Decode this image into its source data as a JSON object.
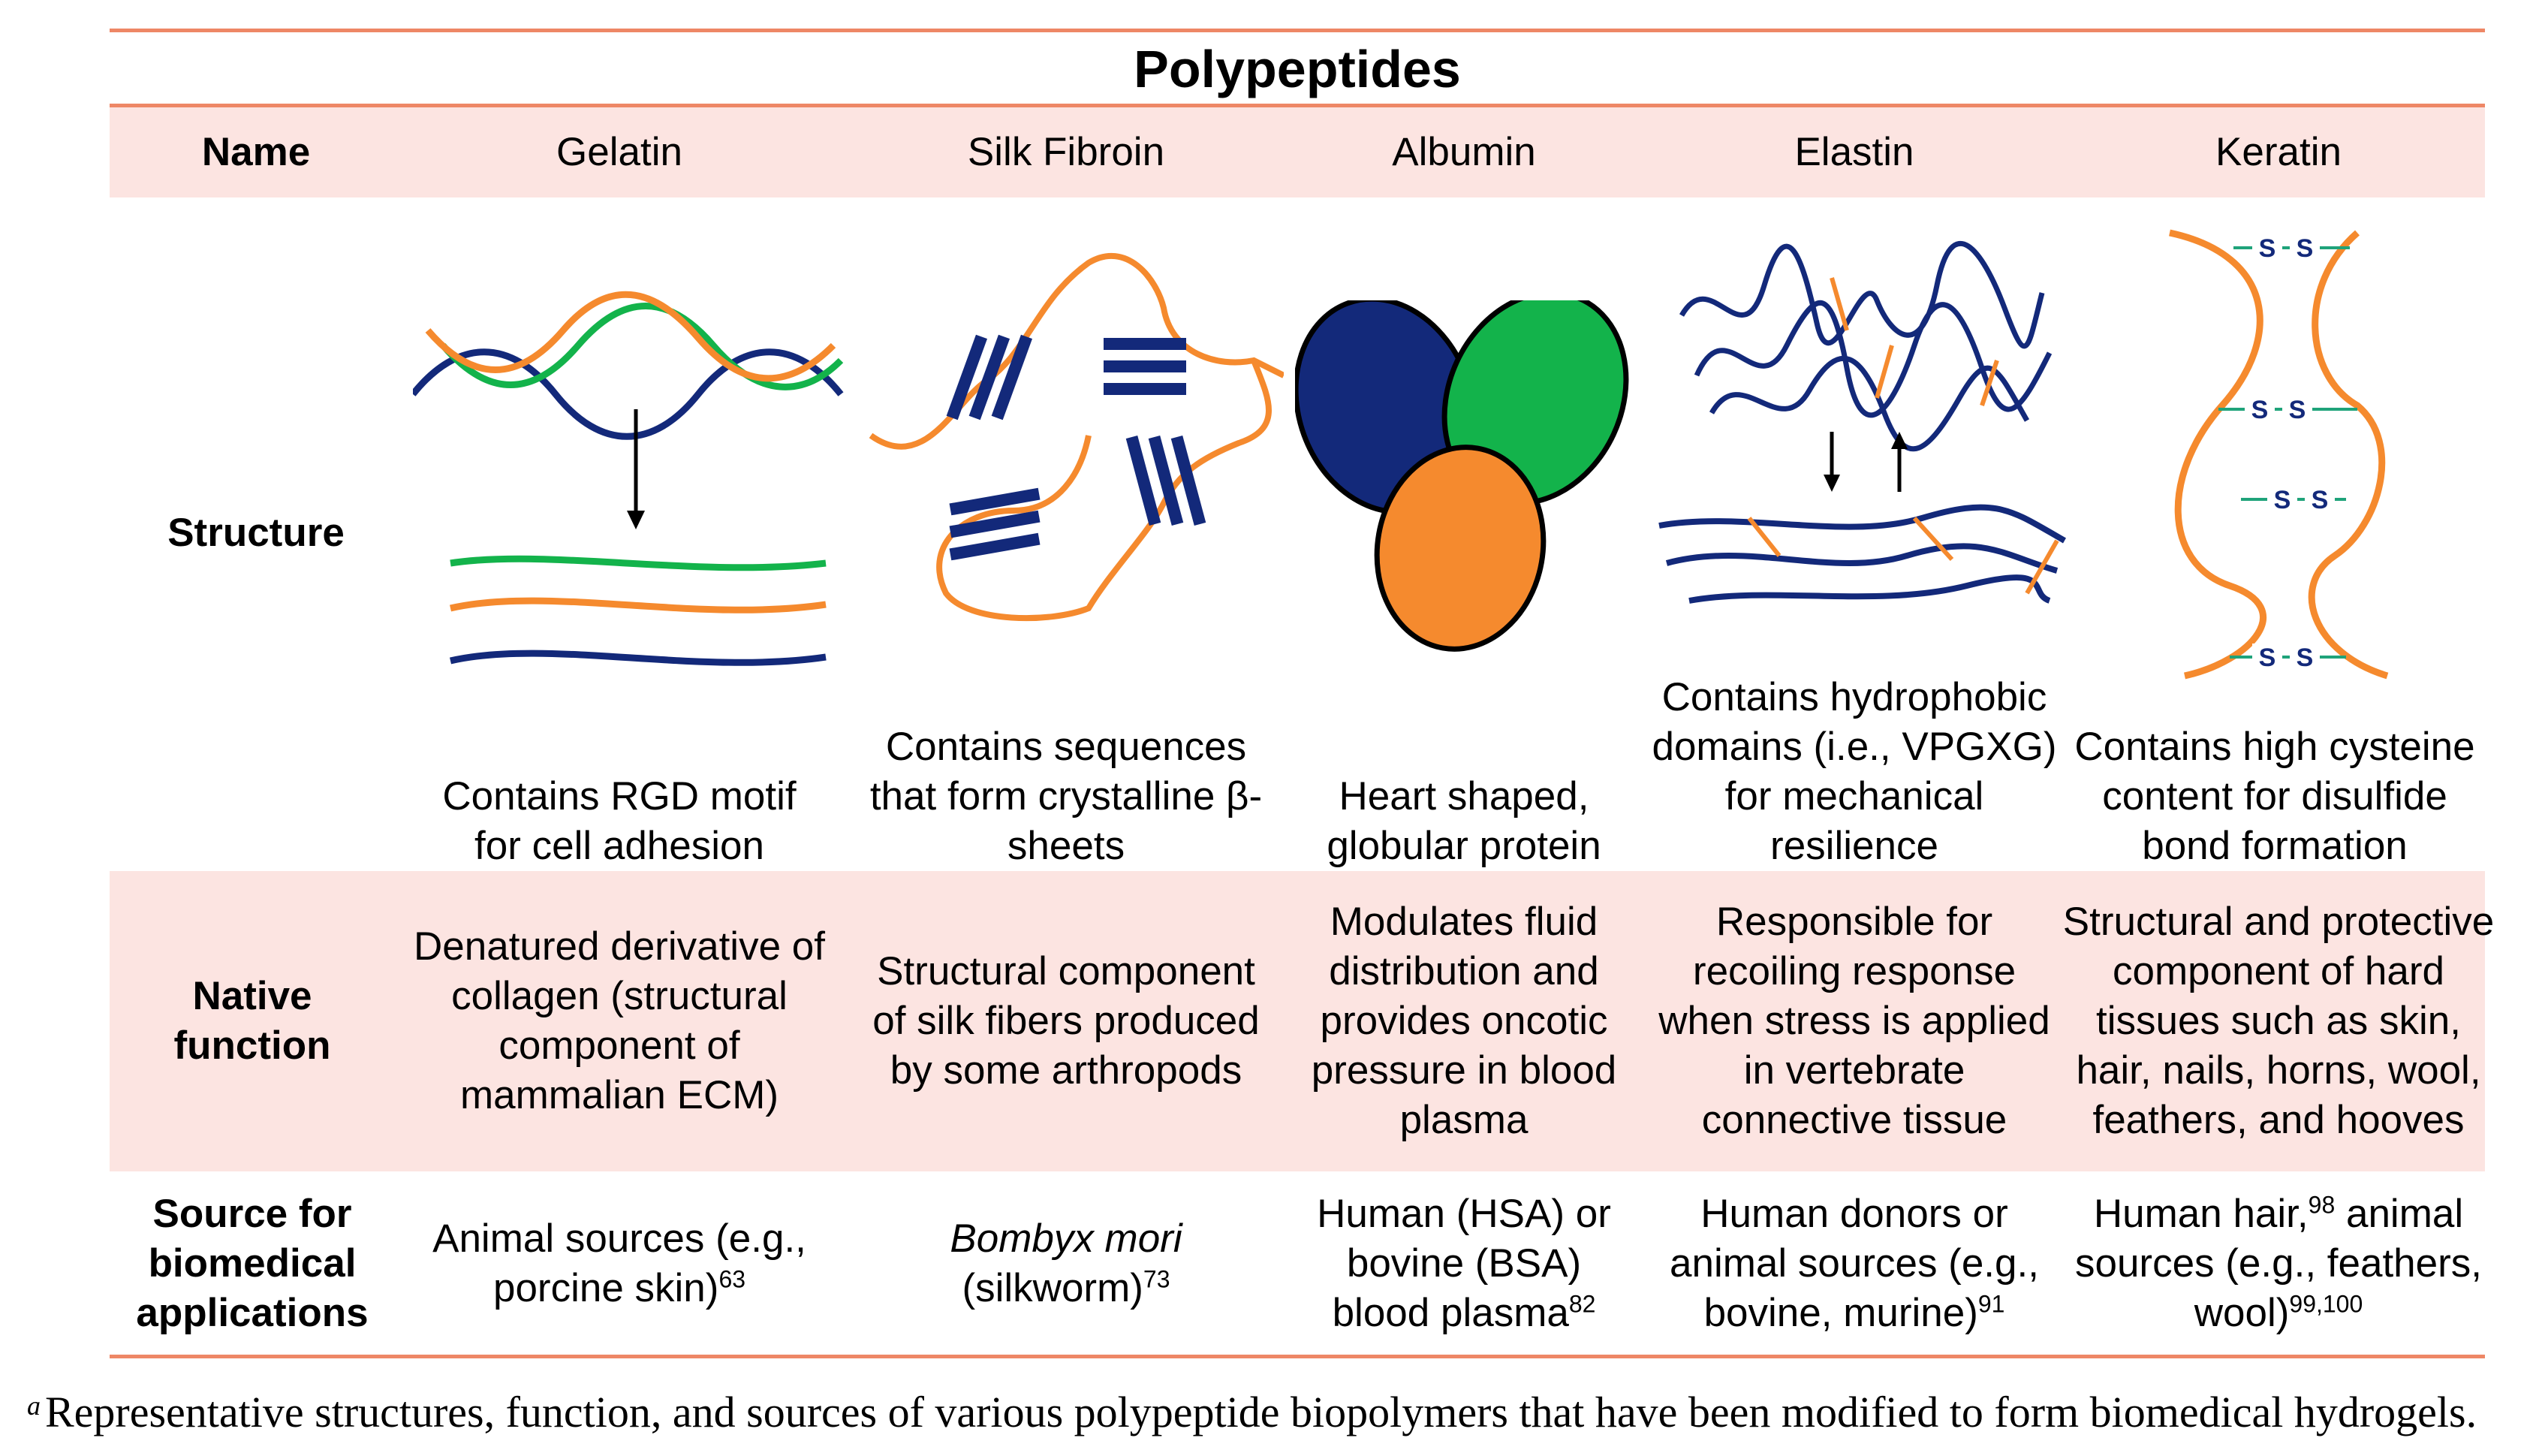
{
  "title": "Polypeptides",
  "row_headers": {
    "name": "Name",
    "structure": "Structure",
    "native_function": "Native function",
    "source": "Source for biomedical applications"
  },
  "columns": [
    {
      "name": "Gelatin",
      "structure_text": "Contains RGD motif for cell adhesion",
      "native_function": "Denatured derivative of collagen (structural component of mammalian ECM)",
      "source_text": "Animal sources (e.g., porcine skin)",
      "source_ref": "63"
    },
    {
      "name": "Silk Fibroin",
      "structure_text": "Contains sequences that form crystalline β-sheets",
      "native_function": "Structural component of silk fibers produced by some arthropods",
      "source_italic": "Bombyx mori",
      "source_text": "(silkworm)",
      "source_ref": "73"
    },
    {
      "name": "Albumin",
      "structure_text": "Heart shaped, globular protein",
      "native_function": "Modulates fluid distribution and provides oncotic pressure in blood plasma",
      "source_text": "Human (HSA) or bovine (BSA) blood plasma",
      "source_ref": "82"
    },
    {
      "name": "Elastin",
      "structure_text": "Contains hydrophobic domains (i.e., VPGXG) for mechanical resilience",
      "native_function": "Responsible for recoiling response when stress is applied in vertebrate connective tissue",
      "source_text": "Human donors or animal sources (e.g., bovine, murine)",
      "source_ref": "91"
    },
    {
      "name": "Keratin",
      "structure_text": "Contains high cysteine content for disulfide bond formation",
      "native_function": "Structural and protective component of hard tissues such as skin, hair, nails, horns, wool, feathers, and hooves",
      "source_text_a": "Human hair,",
      "source_ref_a": "98",
      "source_text_b": "animal sources (e.g., feathers, wool)",
      "source_ref": "99,100"
    }
  ],
  "disulfide_label": "S",
  "caption_marker": "a",
  "caption": "Representative structures, function, and sources of various polypeptide biopolymers that have been modified to form biomedical hydrogels.",
  "colors": {
    "rule": "#ee8766",
    "band": "#fce4e1",
    "navy": "#13297a",
    "orange": "#f58a2e",
    "green": "#13b34b",
    "teal": "#1fa37a"
  }
}
